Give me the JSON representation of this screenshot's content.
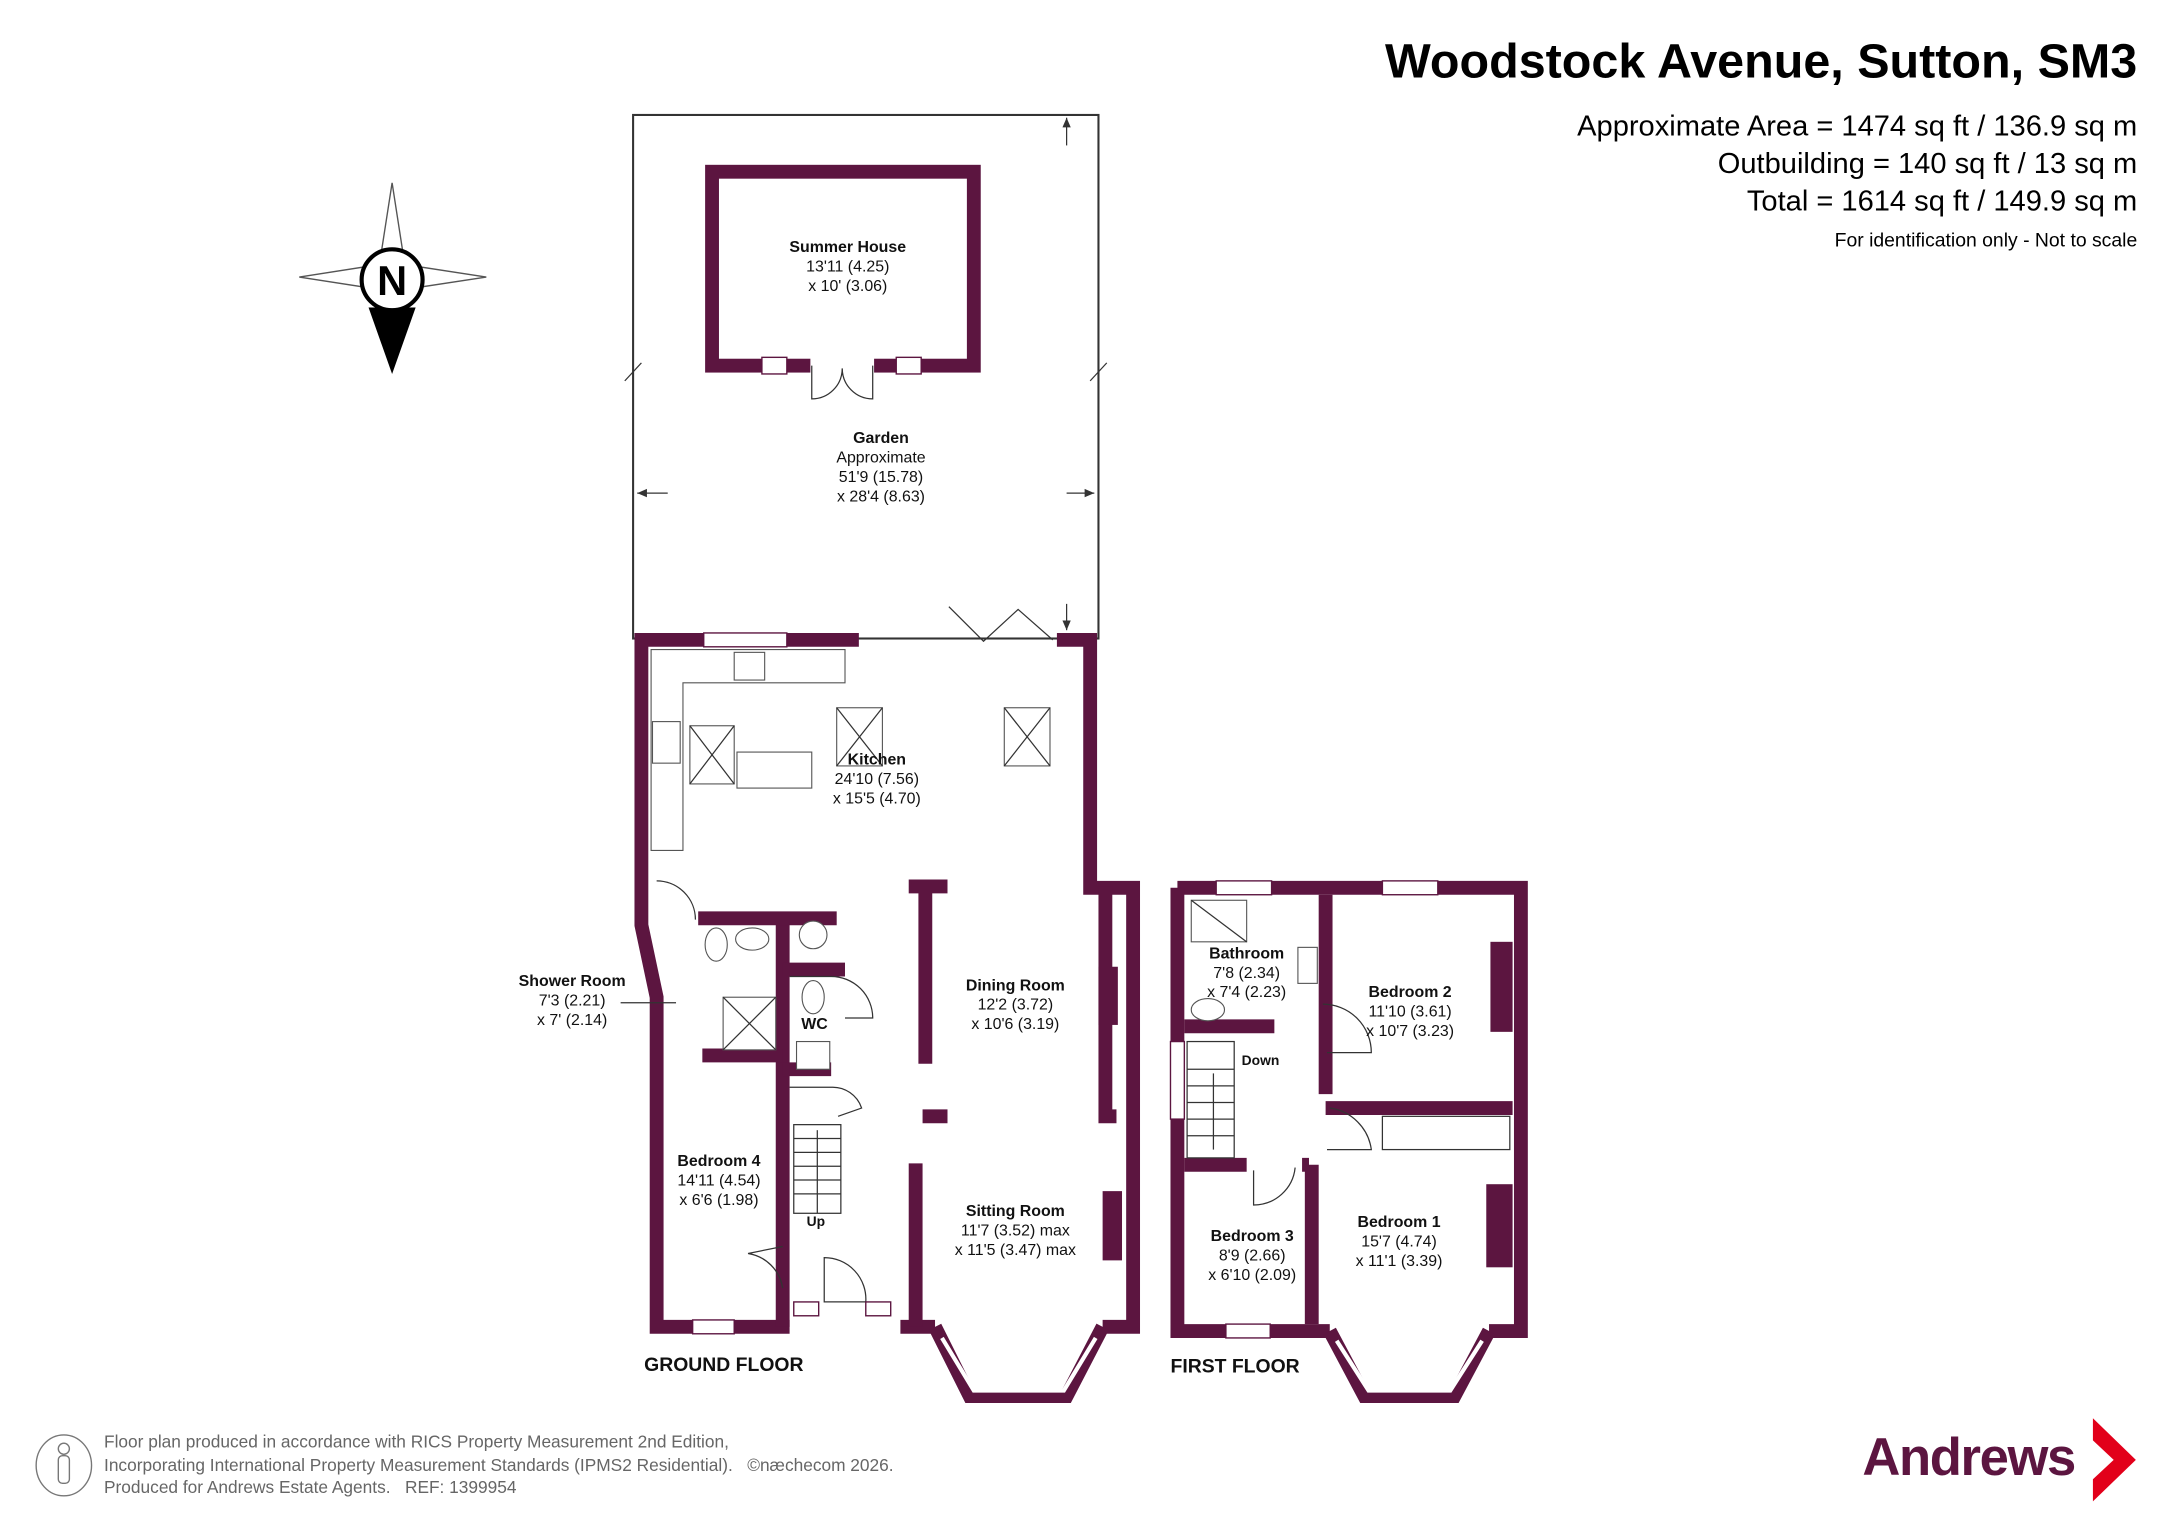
{
  "header": {
    "title": "Woodstock Avenue, Sutton, SM3",
    "area_lines": [
      "Approximate Area = 1474 sq ft / 136.9 sq m",
      "Outbuilding = 140 sq ft / 13 sq m",
      "Total = 1614 sq ft / 149.9 sq m"
    ],
    "disclaimer": "For identification only - Not to scale"
  },
  "compass": {
    "label": "N"
  },
  "ground_floor": {
    "label": "GROUND FLOOR",
    "rooms": {
      "summer_house": {
        "name": "Summer House",
        "dim1": "13'11 (4.25)",
        "dim2": "x 10' (3.06)"
      },
      "garden": {
        "name": "Garden",
        "note": "Approximate",
        "dim1": "51'9 (15.78)",
        "dim2": "x 28'4 (8.63)"
      },
      "kitchen": {
        "name": "Kitchen",
        "dim1": "24'10 (7.56)",
        "dim2": "x 15'5 (4.70)"
      },
      "shower_room": {
        "name": "Shower Room",
        "dim1": "7'3 (2.21)",
        "dim2": "x 7' (2.14)"
      },
      "wc": {
        "name": "WC"
      },
      "dining_room": {
        "name": "Dining Room",
        "dim1": "12'2 (3.72)",
        "dim2": "x 10'6 (3.19)"
      },
      "bedroom4": {
        "name": "Bedroom 4",
        "dim1": "14'11 (4.54)",
        "dim2": "x 6'6 (1.98)"
      },
      "sitting_room": {
        "name": "Sitting Room",
        "dim1": "11'7 (3.52) max",
        "dim2": "x 11'5 (3.47) max"
      }
    },
    "stairs_label": "Up"
  },
  "first_floor": {
    "label": "FIRST FLOOR",
    "rooms": {
      "bathroom": {
        "name": "Bathroom",
        "dim1": "7'8 (2.34)",
        "dim2": "x 7'4 (2.23)"
      },
      "bedroom2": {
        "name": "Bedroom 2",
        "dim1": "11'10 (3.61)",
        "dim2": "x 10'7 (3.23)"
      },
      "bedroom3": {
        "name": "Bedroom 3",
        "dim1": "8'9 (2.66)",
        "dim2": "x 6'10 (2.09)"
      },
      "bedroom1": {
        "name": "Bedroom 1",
        "dim1": "15'7 (4.74)",
        "dim2": "x 11'1 (3.39)"
      }
    },
    "stairs_label": "Down"
  },
  "footer": {
    "lines": [
      "Floor plan produced in accordance with RICS Property Measurement 2nd Edition,",
      "Incorporating International Property Measurement Standards (IPMS2 Residential).   ©næchecom 2026.",
      "Produced for Andrews Estate Agents.   REF: 1399954"
    ]
  },
  "logo": {
    "text": "Andrews"
  },
  "colors": {
    "wall": "#5c1540",
    "logo_red": "#e2001a"
  }
}
